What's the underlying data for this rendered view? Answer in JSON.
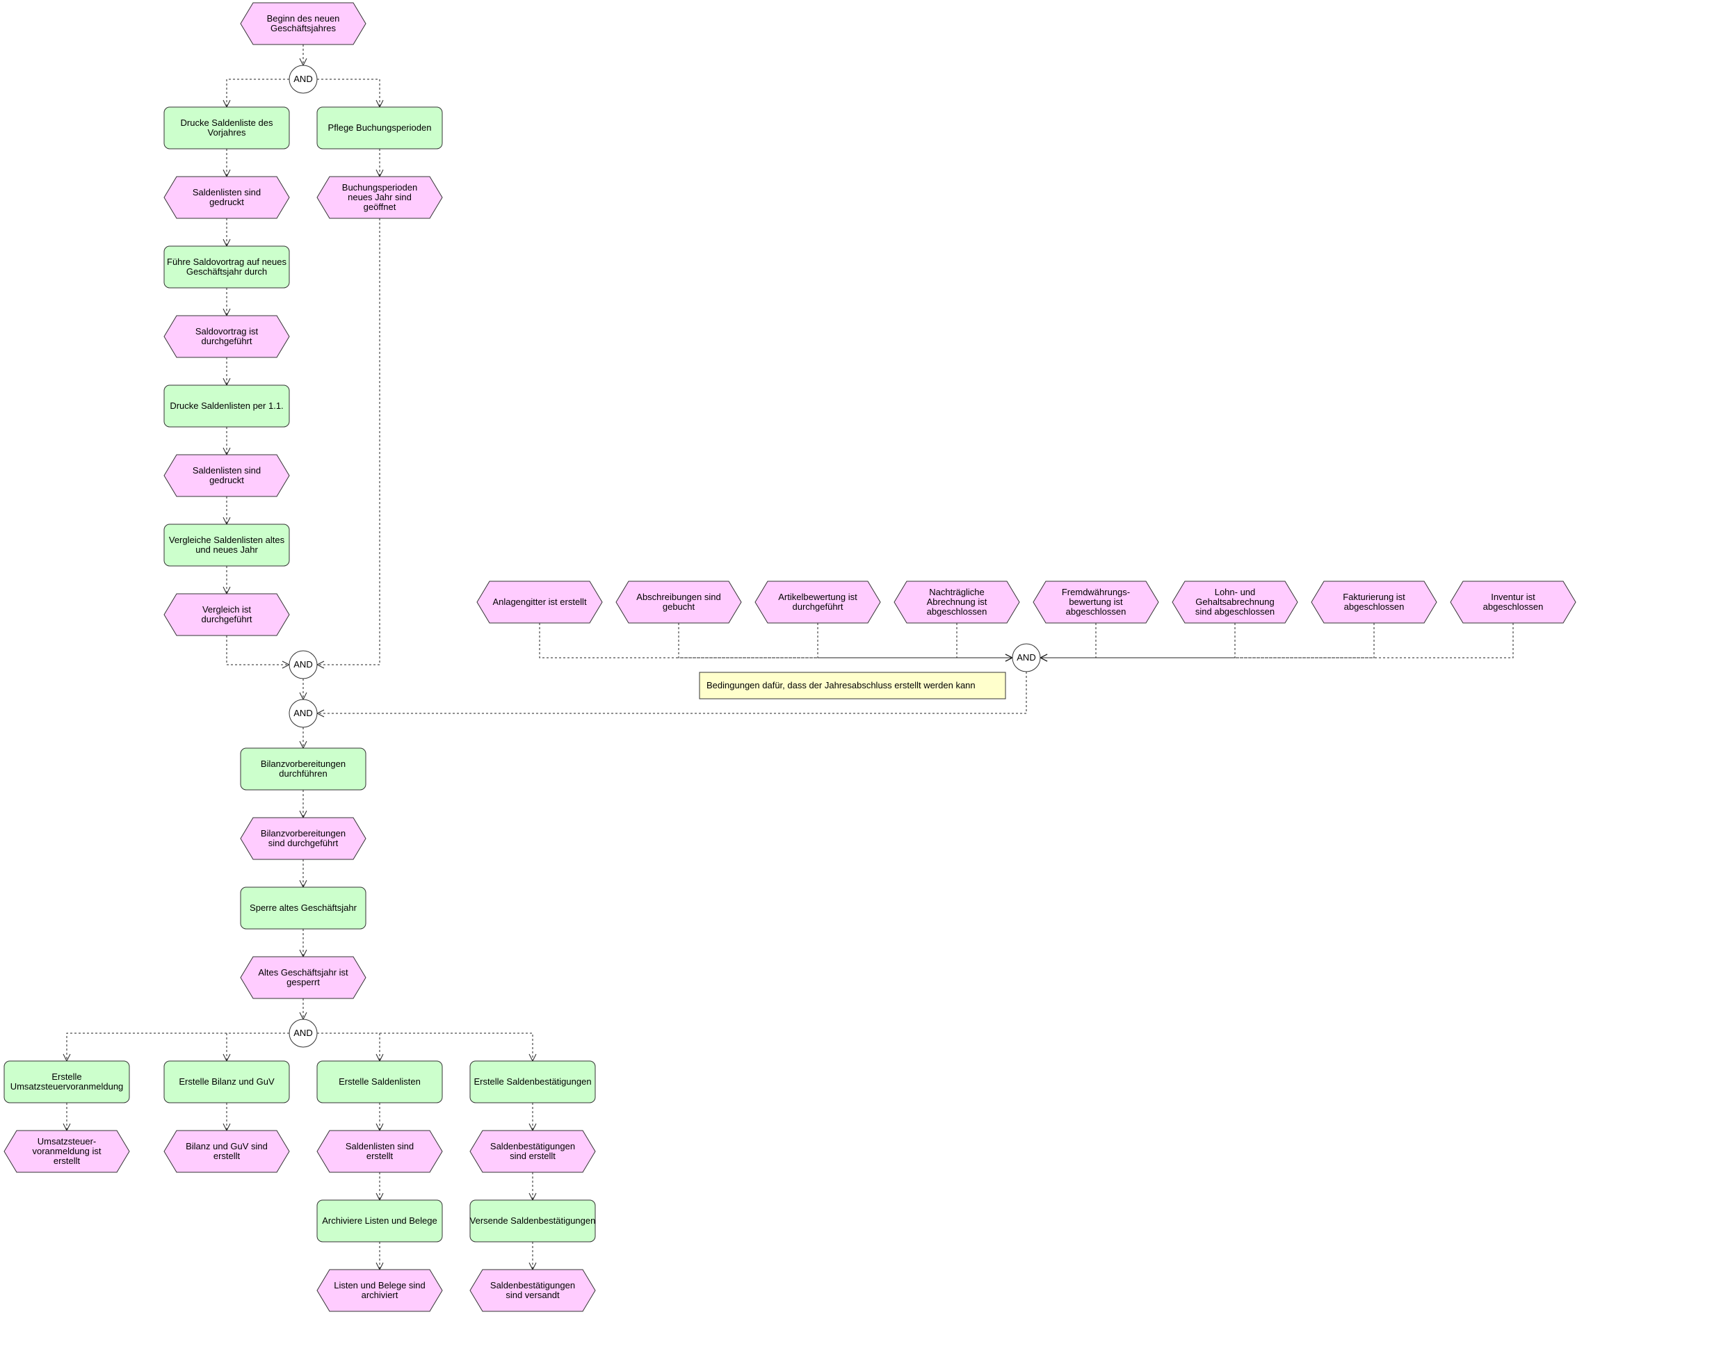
{
  "colors": {
    "event": "#ffccff",
    "function": "#ccffcc",
    "connector": "#ffffff",
    "note": "#ffffcc",
    "edge": "#222222"
  },
  "nodes": [
    {
      "id": "e_start",
      "kind": "event",
      "lines": [
        "Beginn des neuen",
        "Geschäftsjahres"
      ]
    },
    {
      "id": "c1",
      "kind": "connector",
      "lines": [
        "AND"
      ]
    },
    {
      "id": "f_drucke_vj",
      "kind": "function",
      "lines": [
        "Drucke Saldenliste des",
        "Vorjahres"
      ]
    },
    {
      "id": "f_pflege",
      "kind": "function",
      "lines": [
        "Pflege Buchungsperioden"
      ]
    },
    {
      "id": "e_sl_gedruckt1",
      "kind": "event",
      "lines": [
        "Saldenlisten sind",
        "gedruckt"
      ]
    },
    {
      "id": "e_bp_geoeffnet",
      "kind": "event",
      "lines": [
        "Buchungsperioden",
        "neues Jahr sind",
        "geöffnet"
      ]
    },
    {
      "id": "f_saldovortrag",
      "kind": "function",
      "lines": [
        "Führe Saldovortrag auf neues",
        "Geschäftsjahr durch"
      ]
    },
    {
      "id": "e_saldovortrag",
      "kind": "event",
      "lines": [
        "Saldovortrag ist",
        "durchgeführt"
      ]
    },
    {
      "id": "f_drucke_11",
      "kind": "function",
      "lines": [
        "Drucke Saldenlisten per 1.1."
      ]
    },
    {
      "id": "e_sl_gedruckt2",
      "kind": "event",
      "lines": [
        "Saldenlisten sind",
        "gedruckt"
      ]
    },
    {
      "id": "f_vergleiche",
      "kind": "function",
      "lines": [
        "Vergleiche Saldenlisten altes",
        "und neues Jahr"
      ]
    },
    {
      "id": "e_vergleich",
      "kind": "event",
      "lines": [
        "Vergleich ist",
        "durchgeführt"
      ]
    },
    {
      "id": "c2",
      "kind": "connector",
      "lines": [
        "AND"
      ]
    },
    {
      "id": "c3",
      "kind": "connector",
      "lines": [
        "AND"
      ]
    },
    {
      "id": "e_anlagengitter",
      "kind": "event",
      "lines": [
        "Anlagengitter ist erstellt"
      ]
    },
    {
      "id": "e_abschreibungen",
      "kind": "event",
      "lines": [
        "Abschreibungen sind",
        "gebucht"
      ]
    },
    {
      "id": "e_artikelbewertung",
      "kind": "event",
      "lines": [
        "Artikelbewertung ist",
        "durchgeführt"
      ]
    },
    {
      "id": "e_nachtraeglich",
      "kind": "event",
      "lines": [
        "Nachträgliche",
        "Abrechnung ist",
        "abgeschlossen"
      ]
    },
    {
      "id": "e_fremdwaehrung",
      "kind": "event",
      "lines": [
        "Fremdwährungs-",
        "bewertung ist",
        "abgeschlossen"
      ]
    },
    {
      "id": "e_lohn",
      "kind": "event",
      "lines": [
        "Lohn- und",
        "Gehaltsabrechnung",
        "sind abgeschlossen"
      ]
    },
    {
      "id": "e_fakturierung",
      "kind": "event",
      "lines": [
        "Fakturierung ist",
        "abgeschlossen"
      ]
    },
    {
      "id": "e_inventur",
      "kind": "event",
      "lines": [
        "Inventur ist",
        "abgeschlossen"
      ]
    },
    {
      "id": "c4",
      "kind": "connector",
      "lines": [
        "AND"
      ]
    },
    {
      "id": "note",
      "kind": "note",
      "lines": [
        "Bedingungen dafür, dass der Jahresabschluss erstellt werden kann"
      ]
    },
    {
      "id": "f_bilanzvorb",
      "kind": "function",
      "lines": [
        "Bilanzvorbereitungen",
        "durchführen"
      ]
    },
    {
      "id": "e_bilanzvorb",
      "kind": "event",
      "lines": [
        "Bilanzvorbereitungen",
        "sind durchgeführt"
      ]
    },
    {
      "id": "f_sperre",
      "kind": "function",
      "lines": [
        "Sperre altes Geschäftsjahr"
      ]
    },
    {
      "id": "e_gesperrt",
      "kind": "event",
      "lines": [
        "Altes Geschäftsjahr ist",
        "gesperrt"
      ]
    },
    {
      "id": "c5",
      "kind": "connector",
      "lines": [
        "AND"
      ]
    },
    {
      "id": "f_ustva",
      "kind": "function",
      "lines": [
        "Erstelle",
        "Umsatzsteuervoranmeldung"
      ]
    },
    {
      "id": "f_bilanz",
      "kind": "function",
      "lines": [
        "Erstelle Bilanz und GuV"
      ]
    },
    {
      "id": "f_saldenlisten",
      "kind": "function",
      "lines": [
        "Erstelle Saldenlisten"
      ]
    },
    {
      "id": "f_saldenbest",
      "kind": "function",
      "lines": [
        "Erstelle Saldenbestätigungen"
      ]
    },
    {
      "id": "e_ustva",
      "kind": "event",
      "lines": [
        "Umsatzsteuer-",
        "voranmeldung ist",
        "erstellt"
      ]
    },
    {
      "id": "e_bilanz",
      "kind": "event",
      "lines": [
        "Bilanz und GuV sind",
        "erstellt"
      ]
    },
    {
      "id": "e_saldenlisten",
      "kind": "event",
      "lines": [
        "Saldenlisten sind",
        "erstellt"
      ]
    },
    {
      "id": "e_saldenbest",
      "kind": "event",
      "lines": [
        "Saldenbestätigungen",
        "sind erstellt"
      ]
    },
    {
      "id": "f_archiviere",
      "kind": "function",
      "lines": [
        "Archiviere Listen und Belege"
      ]
    },
    {
      "id": "f_versende",
      "kind": "function",
      "lines": [
        "Versende Saldenbestätigungen"
      ]
    },
    {
      "id": "e_archiviert",
      "kind": "event",
      "lines": [
        "Listen und Belege sind",
        "archiviert"
      ]
    },
    {
      "id": "e_versandt",
      "kind": "event",
      "lines": [
        "Saldenbestätigungen",
        "sind versandt"
      ]
    }
  ],
  "edges": [
    [
      "e_start",
      "c1"
    ],
    [
      "c1",
      "f_drucke_vj"
    ],
    [
      "c1",
      "f_pflege"
    ],
    [
      "f_drucke_vj",
      "e_sl_gedruckt1"
    ],
    [
      "f_pflege",
      "e_bp_geoeffnet"
    ],
    [
      "e_sl_gedruckt1",
      "f_saldovortrag"
    ],
    [
      "f_saldovortrag",
      "e_saldovortrag"
    ],
    [
      "e_saldovortrag",
      "f_drucke_11"
    ],
    [
      "f_drucke_11",
      "e_sl_gedruckt2"
    ],
    [
      "e_sl_gedruckt2",
      "f_vergleiche"
    ],
    [
      "f_vergleiche",
      "e_vergleich"
    ],
    [
      "e_vergleich",
      "c2"
    ],
    [
      "e_bp_geoeffnet",
      "c2"
    ],
    [
      "c2",
      "c3"
    ],
    [
      "e_anlagengitter",
      "c4"
    ],
    [
      "e_abschreibungen",
      "c4"
    ],
    [
      "e_artikelbewertung",
      "c4"
    ],
    [
      "e_nachtraeglich",
      "c4"
    ],
    [
      "e_fremdwaehrung",
      "c4"
    ],
    [
      "e_lohn",
      "c4"
    ],
    [
      "e_fakturierung",
      "c4"
    ],
    [
      "e_inventur",
      "c4"
    ],
    [
      "c4",
      "c3"
    ],
    [
      "c3",
      "f_bilanzvorb"
    ],
    [
      "f_bilanzvorb",
      "e_bilanzvorb"
    ],
    [
      "e_bilanzvorb",
      "f_sperre"
    ],
    [
      "f_sperre",
      "e_gesperrt"
    ],
    [
      "e_gesperrt",
      "c5"
    ],
    [
      "c5",
      "f_ustva"
    ],
    [
      "c5",
      "f_bilanz"
    ],
    [
      "c5",
      "f_saldenlisten"
    ],
    [
      "c5",
      "f_saldenbest"
    ],
    [
      "f_ustva",
      "e_ustva"
    ],
    [
      "f_bilanz",
      "e_bilanz"
    ],
    [
      "f_saldenlisten",
      "e_saldenlisten"
    ],
    [
      "f_saldenbest",
      "e_saldenbest"
    ],
    [
      "e_saldenlisten",
      "f_archiviere"
    ],
    [
      "e_saldenbest",
      "f_versende"
    ],
    [
      "f_archiviere",
      "e_archiviert"
    ],
    [
      "f_versende",
      "e_versandt"
    ]
  ]
}
